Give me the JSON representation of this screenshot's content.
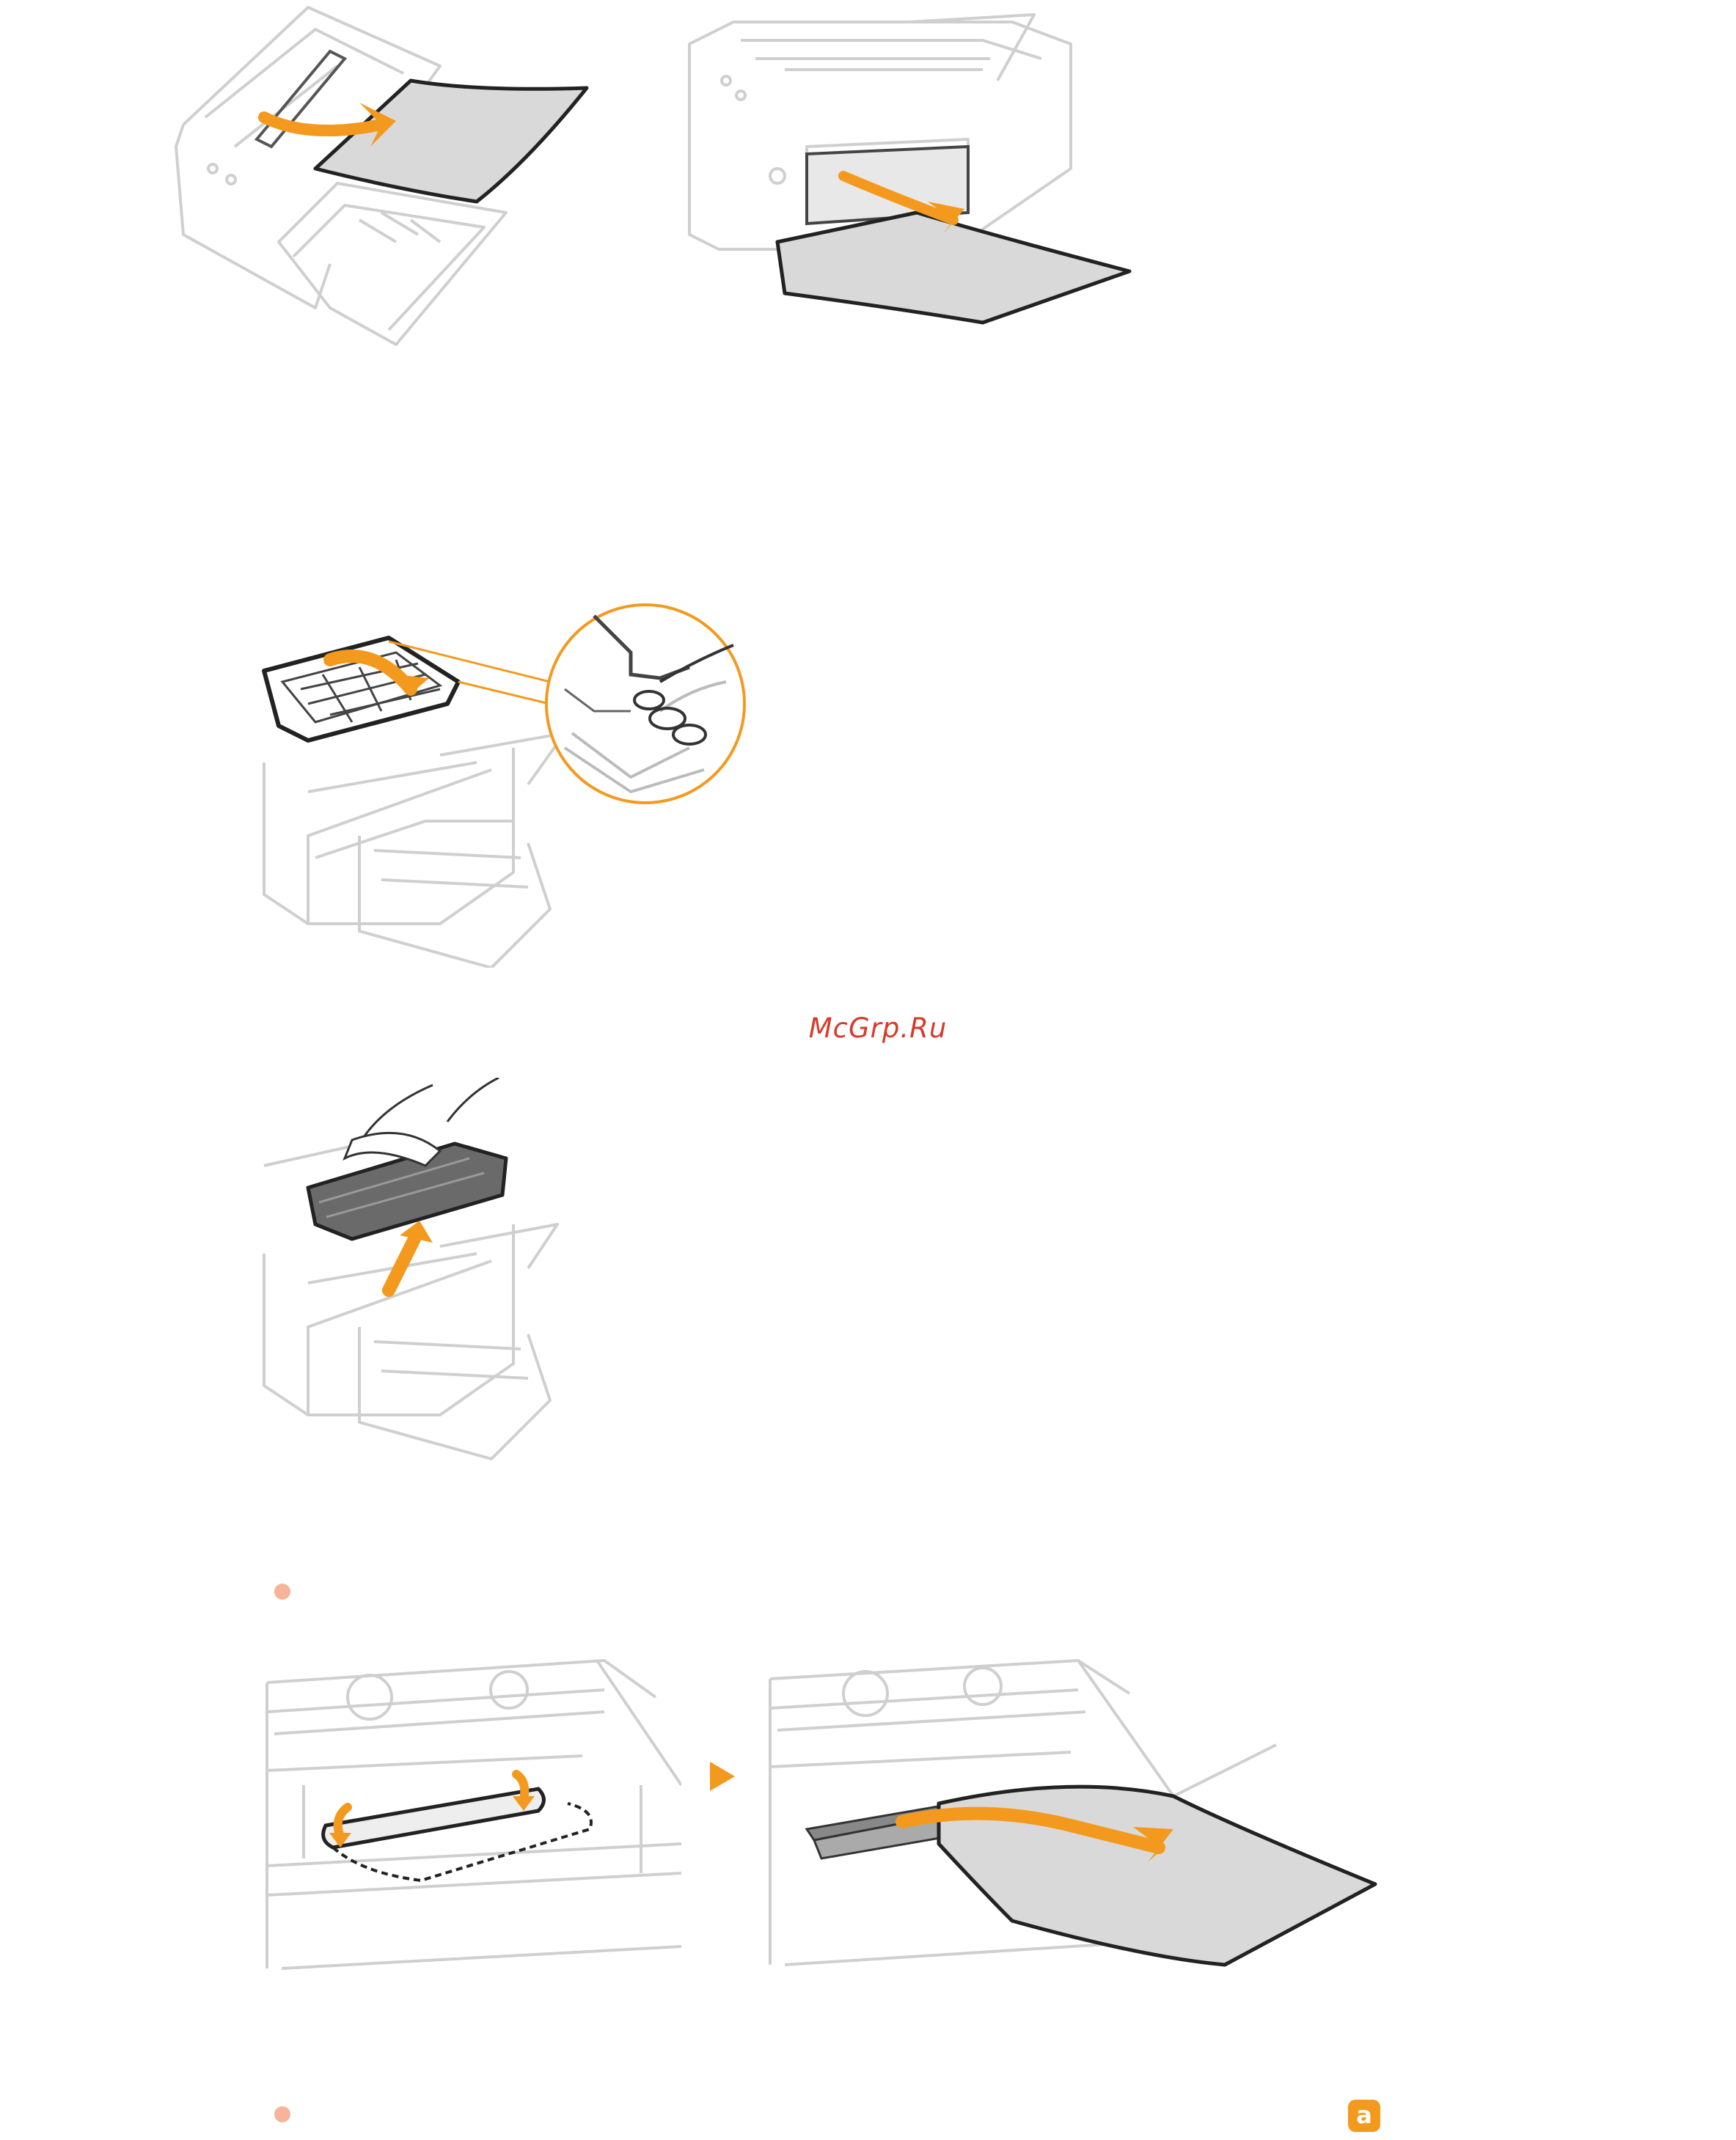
{
  "watermark": {
    "text": "McGrp.Ru"
  },
  "badge": {
    "label": "a"
  },
  "figures": [
    {
      "id": "remove-paper-top",
      "icon": "printer-remove-paper-output-illustration"
    },
    {
      "id": "remove-paper-front",
      "icon": "printer-remove-paper-feed-illustration"
    },
    {
      "id": "open-top-cover",
      "icon": "printer-open-cover-illustration"
    },
    {
      "id": "remove-cartridge",
      "icon": "printer-remove-cartridge-illustration"
    },
    {
      "id": "roller-paper",
      "icon": "roller-paper-jam-illustration"
    },
    {
      "id": "pull-paper",
      "icon": "pull-jammed-paper-illustration"
    }
  ],
  "colors": {
    "accent": "#f39a1e",
    "bullet": "#f6b59a",
    "line": "#c8c8c8",
    "paper": "#d9d9d9",
    "watermark": "#d83a2a"
  }
}
